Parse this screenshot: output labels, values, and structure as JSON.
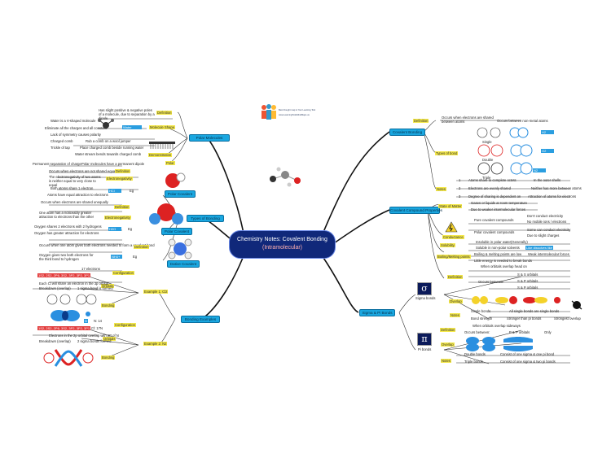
{
  "central": {
    "title": "Chemistry Notes: Covalent Bonding",
    "subtitle": "(Intramolecular)"
  },
  "logo": {
    "line1": "Best thought map is Your Learning Tool",
    "line2": "www.LearningToolsMindMaps.us"
  },
  "polar_molecules": {
    "title": "Polar Molecules",
    "definition_label": "Definition",
    "definition_text": "Has slight positive & negative poles of a molecule, due to separation by a dipole.",
    "molecule_shape_label": "Molecule Shape",
    "water_label": "Water",
    "water_text": "Water is a V-shaped molecule",
    "eliminate_text": "Eliminate all the charges and all constant",
    "lack_text": "Lack of symmetry causes polarity",
    "demo_label": "Demonstration",
    "demo_rows": [
      "Charged comb",
      "Rub a comb on a wool jumper",
      "Place charged comb beside running water",
      "Trickle of tap",
      "Water stream bends towards charged comb"
    ],
    "polar_label": "Polar",
    "polar_text": "Polar molecules have a permanent dipole",
    "polar_note": "Permanent separation of charge"
  },
  "polar_covalent": {
    "title": "Polar Covalent",
    "definition_label": "Definition",
    "definition_text": "Occurs when electrons are not shared equally",
    "electronegativity_label": "Electronegativity",
    "electronegativity_text": "The electronegativity of two atoms is neither equal to very close to equal",
    "example_label": "Eg",
    "hcl_label": "HCl",
    "hcl_rows": [
      "Both atoms share 1 electron",
      "Atoms have equal attraction to electrons"
    ]
  },
  "polar_covalent_2": {
    "title": "Polar Covalent",
    "definition_label": "Definition",
    "definition_text": "Occurs when electrons are shared unequally",
    "electronegativity_label": "Electronegativity",
    "electronegativity_text": "One atom has a noticeably greater attraction to electrons than the other",
    "example_label": "Eg",
    "h2o_label": "H2O",
    "rows": [
      "Oxygen shares 2 electrons with 2 hydrogens",
      "Oxygen has greater attraction for electrons"
    ]
  },
  "types_of_bonding": {
    "title": "Types of Bonding"
  },
  "dative_covalent": {
    "title": "Dative Covalent",
    "definition_label": "Definition",
    "definition_text": "Occurs when one atom gives both electrons needed to form a covalent bond",
    "example_label": "Eg",
    "nh4_label": "NH4+",
    "nh4_text": "Oxygen gives two both electrons for the third bond to hydrogen"
  },
  "bonding_examples": {
    "title": "Bonding Examples",
    "ex1": {
      "title": "Example 1: Cl2",
      "config_label": "Configuration",
      "config_text": "17 electrons",
      "config_value": "1S2, 2S2, 2P6, 3S2, 3P2, 3P2, 3P1",
      "orbitals_label": "Orbitals",
      "orbitals_text": "Each Cl will share an electron in the 3p orbital",
      "breakdown": "Breakdown (overlap)",
      "sigma_text": "1 sigma bond is formed",
      "bonding_label": "Bonding"
    },
    "ex2": {
      "title": "Example 2: N2",
      "config_label": "Configuration",
      "n_label": "N",
      "config_text": "N: 14",
      "config_value": "1S2, 2S2, 2P6, 3S2, 3P2, 3P2, 3P1",
      "config_note": "Cl: 17N",
      "orbitals_label": "Orbitals",
      "orbitals_text": "Electrons in the 2p orbital overlap with 2P of N",
      "breakdown": "Breakdown (overlap)",
      "pi_text": "2 sigma bonds formed",
      "bonding_label": "Bonding"
    }
  },
  "covalent_bonding": {
    "title": "Covalent Bonding",
    "definition_label": "Definition",
    "definition_text": "Occurs when electrons are shared between atoms",
    "definition_note": "Occurs between non-metal atoms",
    "types_label": "Types of bond",
    "single": "Single",
    "double": "Double",
    "triple": "Triple",
    "h2_label": "H2",
    "o2_label": "O2",
    "n2_label": "N2",
    "notes_label": "Notes",
    "notes": [
      {
        "num": "1",
        "text": "Atoms share to complete octets",
        "note": "In the outer shells"
      },
      {
        "num": "2",
        "text": "Electrons are evenly shared",
        "note": "Neither has more between atoms"
      },
      {
        "num": "3",
        "text": "Degree of sharing is dependent on",
        "note": "Attraction of atoms for electrons"
      }
    ]
  },
  "covalent_compound_properties": {
    "title": "Covalent Compound Properties",
    "state_label": "State of Matter",
    "state_rows": [
      "Gases or liquids at room temperature",
      "Due to weaker intermolecular forces"
    ],
    "conductance_label": "Conductance",
    "conductance_rows": [
      "Pure covalent compounds",
      "Don't conduct electricity",
      "No mobile ions / electrons",
      "Polar covalent compounds",
      "Some can conduct electricity",
      "Due to slight charges"
    ],
    "solubility_label": "Solubility",
    "solubility_rows": [
      "Insoluble in polar water",
      "Like dissolves like",
      "Soluble in non-polar solvents",
      "(Generally)"
    ],
    "boiling_label": "Boiling/Melting points",
    "boiling_rows": [
      "Boiling & melting points are low",
      "Weak intermolecular forces",
      "Little energy is needed to break bonds"
    ]
  },
  "sigma_pi": {
    "title": "Sigma & Pi Bonds",
    "sigma": {
      "symbol": "σ",
      "label": "Sigma bonds",
      "definition_label": "Definition",
      "definition_text": "When orbitals overlap head on",
      "occurs_label": "Occurs between:",
      "occurs_rows": [
        "S & S orbitals",
        "S & P orbitals",
        "S & P orbitals"
      ],
      "overlap_label": "Overlap",
      "notes_label": "Notes",
      "notes_rows": [
        "Single bonds",
        "All single bonds are single bonds",
        "Bond strength",
        "Stronger than pi bonds",
        "Strongest overlap"
      ]
    },
    "pi": {
      "symbol": "π",
      "label": "Pi bonds",
      "definition_label": "Definition",
      "definition_text": "When orbitals overlap sideways",
      "occurs_label": "Occurs between:",
      "occurs_value": "P & P orbitals",
      "occurs_note": "Only",
      "overlap_label": "Overlap",
      "notes_label": "Notes",
      "notes_rows": [
        "Double bonds",
        "Consist of one sigma & one pi bond",
        "Triple bonds",
        "Consist of one sigma & two pi bonds"
      ]
    }
  }
}
